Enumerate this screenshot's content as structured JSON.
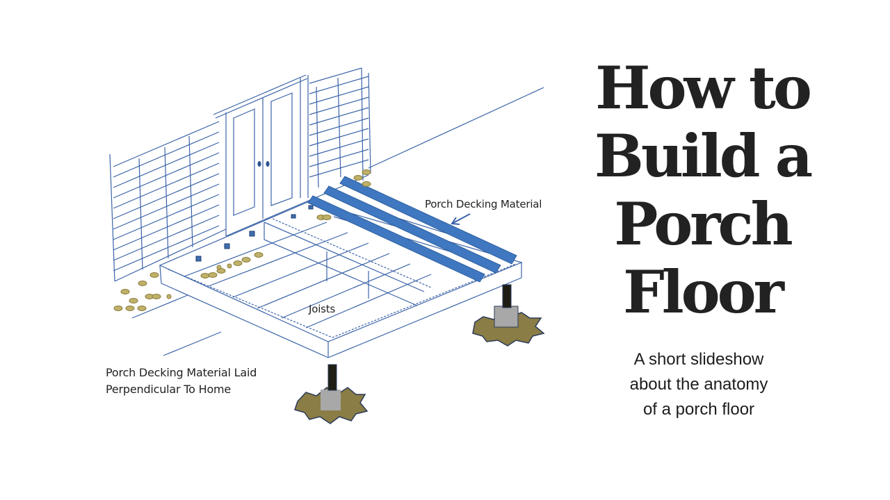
{
  "slide": {
    "title_lines": [
      "How to",
      "Build a",
      "Porch",
      "Floor"
    ],
    "subtitle_lines": [
      "A short slideshow",
      "about the anatomy",
      "of a porch floor"
    ]
  },
  "diagram": {
    "labels": {
      "decking": "Porch Decking Material",
      "joists": "Joists",
      "caption_line1": "Porch Decking Material Laid",
      "caption_line2": "Perpendicular To Home"
    },
    "colors": {
      "line": "#3b63a8",
      "decking": "#3f78c0",
      "gravel": "#bfb06a",
      "footing": "#8a7d45",
      "post": "#1e1e14",
      "pier": "#a8a8a8"
    }
  }
}
